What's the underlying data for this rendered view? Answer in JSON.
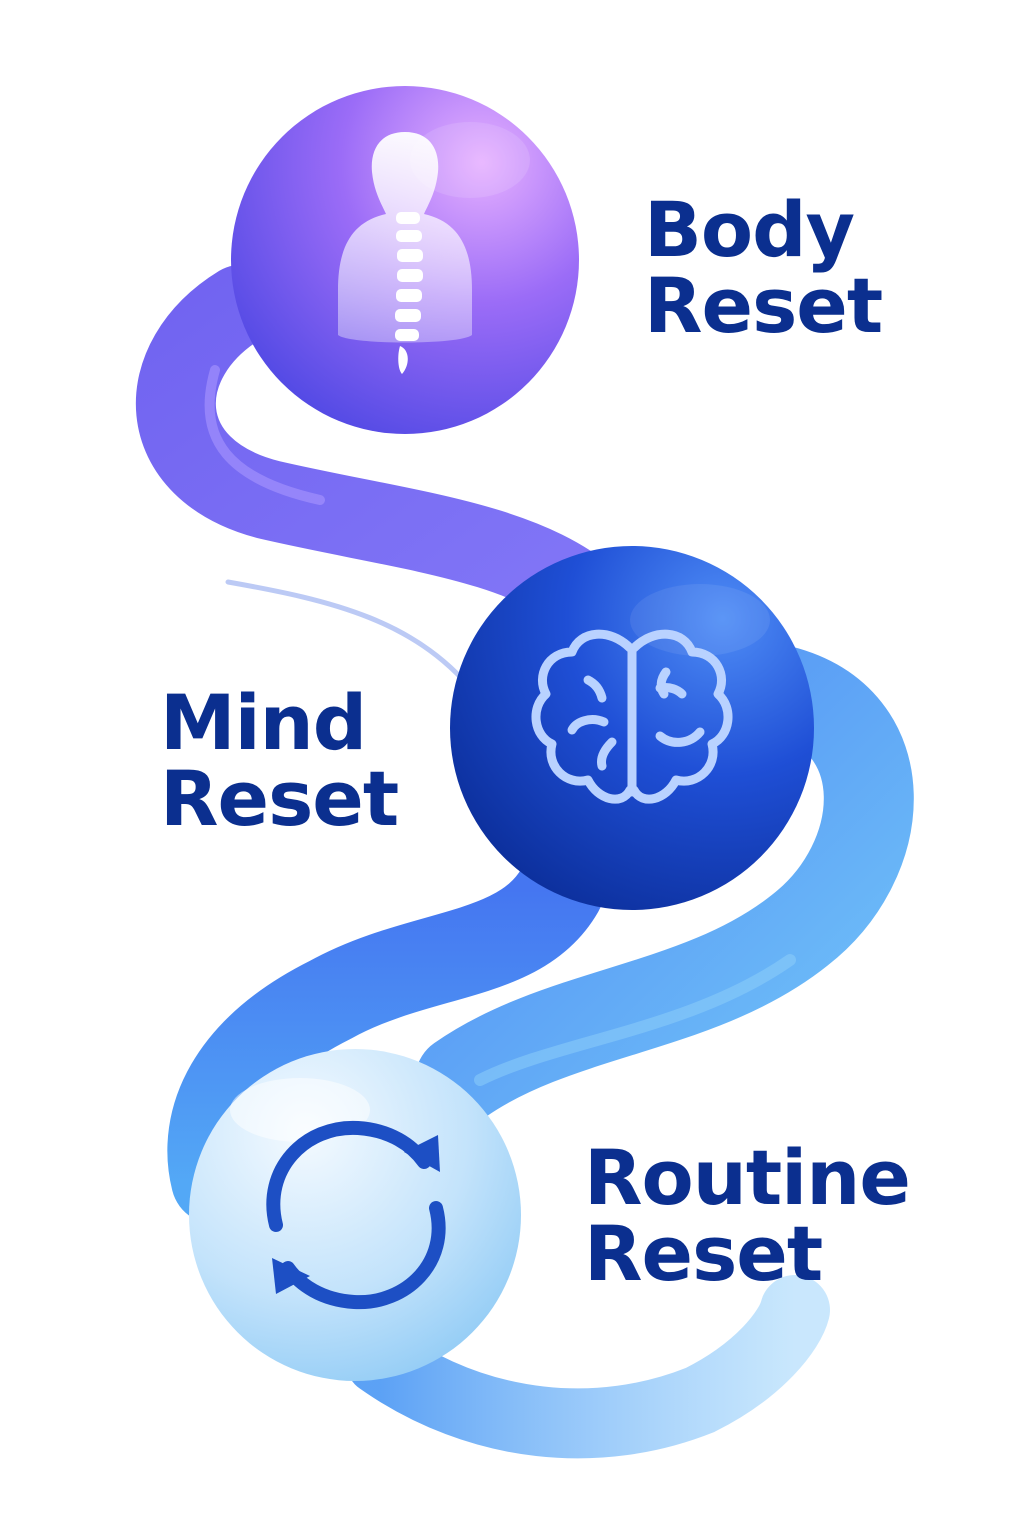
{
  "stages": [
    {
      "id": "body",
      "line1": "Body",
      "line2": "Reset",
      "icon": "spine-silhouette-icon",
      "colors": [
        "#d9a6ff",
        "#8a5cf6",
        "#4f46e5"
      ]
    },
    {
      "id": "mind",
      "line1": "Mind",
      "line2": "Reset",
      "icon": "brain-icon",
      "colors": [
        "#4f86f7",
        "#1d4ed8",
        "#0a2a94"
      ]
    },
    {
      "id": "routine",
      "line1": "Routine",
      "line2": "Reset",
      "icon": "refresh-cycle-icon",
      "colors": [
        "#e8f4ff",
        "#b6dcfa",
        "#7fc0f2"
      ]
    }
  ],
  "colors": {
    "text": "#0b2f8f",
    "ribbon_purple": "#7c6cf5",
    "ribbon_blue": "#3b82f6",
    "ribbon_sky": "#5cb8f7",
    "routine_icon": "#1d4fc4"
  }
}
